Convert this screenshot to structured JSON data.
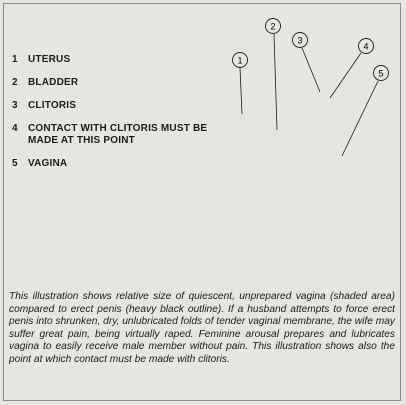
{
  "legend": [
    {
      "num": "1",
      "label": "UTERUS"
    },
    {
      "num": "2",
      "label": "BLADDER"
    },
    {
      "num": "3",
      "label": "CLITORIS"
    },
    {
      "num": "4",
      "label": "CONTACT WITH CLITORIS MUST BE MADE AT THIS POINT"
    },
    {
      "num": "5",
      "label": "VAGINA"
    }
  ],
  "callouts": [
    "1",
    "2",
    "3",
    "4",
    "5"
  ],
  "caption": "This illustration shows relative size of quiescent, unprepared vagina (shaded area) compared to erect penis (heavy black outline). If a husband attempts to force erect penis into shrunken, dry, unlubricated folds of tender vaginal membrane, the wife may suffer great pain, being virtually raped. Feminine arousal prepares and lubricates vagina to easily receive male member without pain. This illustration shows also the point at which contact must be made with clitoris."
}
